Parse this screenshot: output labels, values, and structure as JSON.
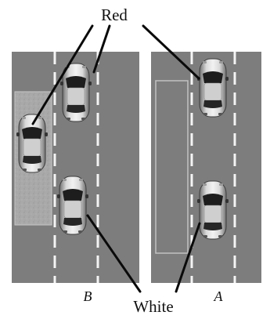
{
  "labels": {
    "red": "Red",
    "white": "White",
    "panel_b": "B",
    "panel_a": "A"
  },
  "colors": {
    "road": "#7d7d7d",
    "lane_mark": "#f4f4f4",
    "shoulder_b": "#a9a9a9",
    "leader_line": "#0a0a0a"
  }
}
